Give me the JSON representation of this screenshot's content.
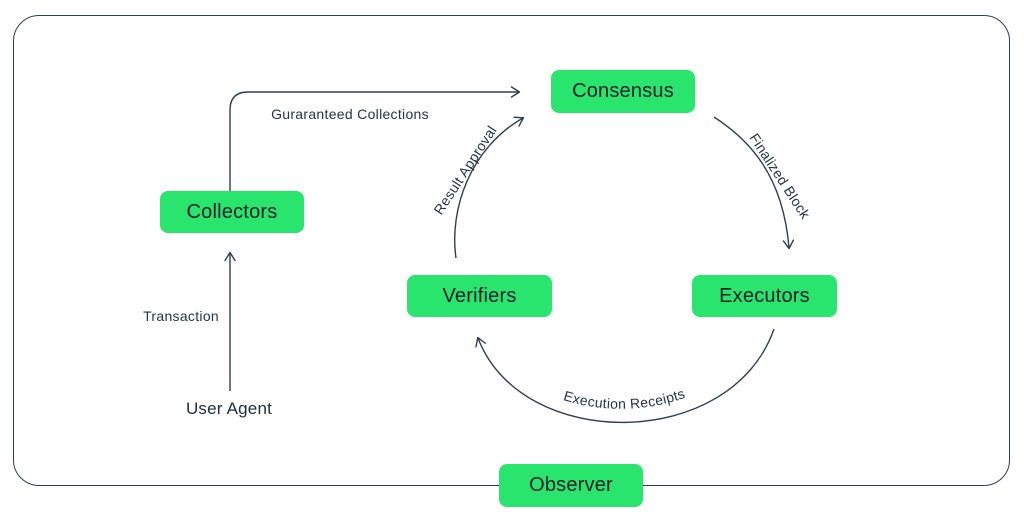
{
  "diagram": {
    "name": "flow-architecture-diagram",
    "colors": {
      "node_green": "#29e56d",
      "node_text": "#10202b",
      "line": "#2e3f4e",
      "edge_label_text": "#243642",
      "background": "#ffffff"
    }
  },
  "nodes": {
    "collectors": {
      "label": "Collectors"
    },
    "consensus": {
      "label": "Consensus"
    },
    "verifiers": {
      "label": "Verifiers"
    },
    "executors": {
      "label": "Executors"
    },
    "observer": {
      "label": "Observer"
    }
  },
  "actors": {
    "user_agent": {
      "label": "User Agent"
    }
  },
  "edges": {
    "transaction": {
      "label": "Transaction",
      "from": "User Agent",
      "to": "Collectors"
    },
    "guaranteed_collections": {
      "label": "Guraranteed Collections",
      "from": "Collectors",
      "to": "Consensus"
    },
    "result_approval": {
      "label": "Result Approval",
      "from": "Verifiers",
      "to": "Consensus"
    },
    "finalized_block": {
      "label": "Finalized Block",
      "from": "Consensus",
      "to": "Executors"
    },
    "execution_receipts": {
      "label": "Execution Receipts",
      "from": "Executors",
      "to": "Verifiers"
    }
  }
}
